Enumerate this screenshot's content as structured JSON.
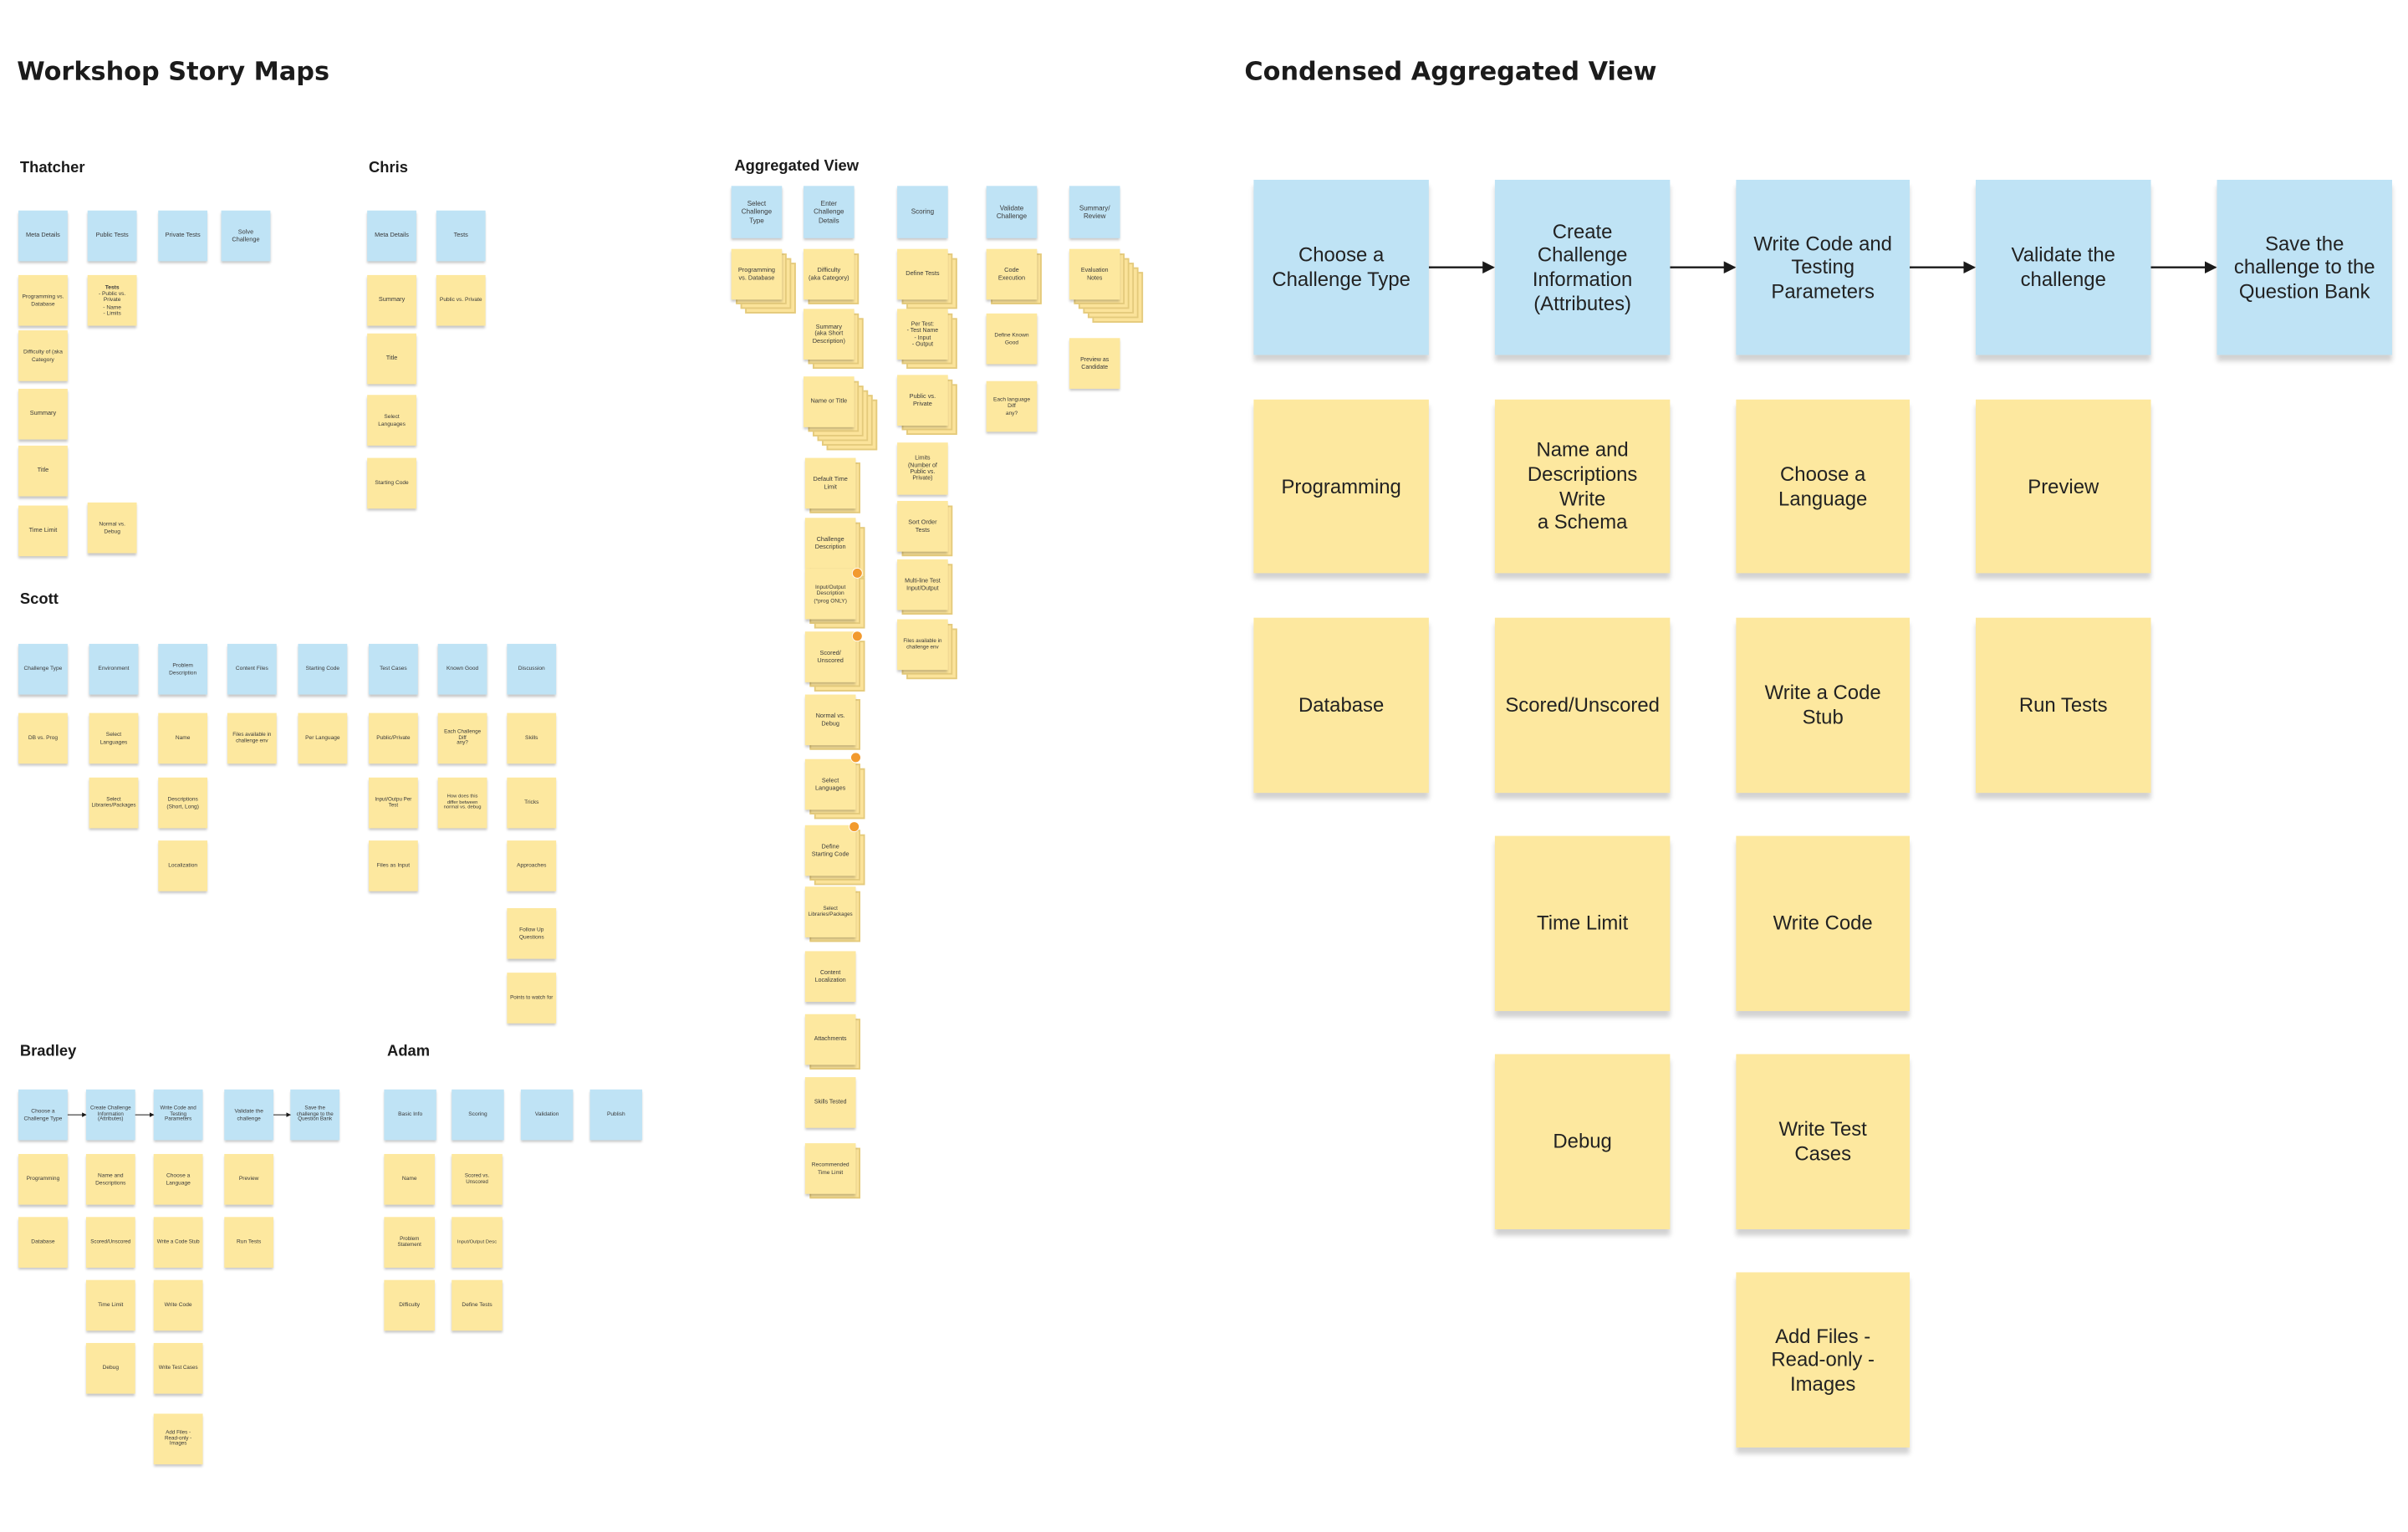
{
  "titles": {
    "workshop": "Workshop Story Maps",
    "condensed": "Condensed Aggregated View"
  },
  "names": {
    "thatcher": "Thatcher",
    "chris": "Chris",
    "aggregated": "Aggregated View",
    "scott": "Scott",
    "bradley": "Bradley",
    "adam": "Adam"
  },
  "colors": {
    "blue_note": "#bfe3f5",
    "yellow_note": "#fde89f",
    "badge": "#f29a2e"
  },
  "thatcher": {
    "meta_details": "Meta Details",
    "public_tests": "Public Tests",
    "private_tests": "Private Tests",
    "solve_challenge": "Solve Challenge",
    "programming_vs_database": "Programming vs.\nDatabase",
    "tests_heading": "Tests",
    "tests_body": "- Public vs. Private\n- Name\n- Limits",
    "difficulty": "Difficulty of (aka\nCategory",
    "summary": "Summary",
    "title": "Title",
    "time_limit": "Time Limit",
    "normal_vs_debug": "Normal vs. Debug"
  },
  "chris": {
    "meta_details": "Meta Details",
    "tests": "Tests",
    "summary": "Summary",
    "public_vs_private": "Public vs. Private",
    "title": "Title",
    "select_languages": "Select Languages",
    "starting_code": "Starting Code"
  },
  "scott": {
    "challenge_type": "Challenge Type",
    "environment": "Environment",
    "problem_description": "Problem\nDescription",
    "content_files": "Content Files",
    "starting_code": "Starting Code",
    "test_cases": "Test Cases",
    "known_good": "Known Good",
    "discussion": "Discussion",
    "db_vs_prog": "DB vs. Prog",
    "select_languages": "Select Languages",
    "name": "Name",
    "files_available": "Files available in\nchallenge env",
    "per_language": "Per Language",
    "public_private": "Public/Private",
    "each_challenge_diff": "Each Challenge\nDiff\nany?",
    "skills": "Skills",
    "select_libraries": "Select\nLibraries/Packages",
    "descriptions": "Descriptions\n(Short, Long)",
    "input_output_per_test": "Input/Outpu Per\nTest",
    "how_does_this_differ": "How does this\ndiffer between\nnormal vs. debug",
    "tricks": "Tricks",
    "localization": "Localization",
    "files_as_input": "Files as Input",
    "approaches": "Approaches",
    "follow_up": "Follow Up\nQuestions",
    "points_to_watch": "Points to watch for"
  },
  "bradley": {
    "choose_type": "Choose a\nChallenge Type",
    "create_info": "Create Challenge\nInformation\n(Attributes)",
    "write_code": "Write Code and\nTesting\nParameters",
    "validate": "Validate the\nchallenge",
    "save": "Save the\nchallenge to the\nQuestion Bank",
    "programming": "Programming",
    "name_desc": "Name and\nDescriptions",
    "choose_language": "Choose a\nLanguage",
    "preview": "Preview",
    "database": "Database",
    "scored_unscored": "Scored/Unscored",
    "write_stub": "Write a Code Stub",
    "run_tests": "Run Tests",
    "time_limit": "Time Limit",
    "write_code_note": "Write Code",
    "debug": "Debug",
    "write_test_cases": "Write Test Cases",
    "add_files": "Add Files -\nRead-only -\nImages"
  },
  "adam": {
    "basic_info": "Basic Info",
    "scoring": "Scoring",
    "validation": "Validation",
    "publish": "Publish",
    "name": "Name",
    "scored_vs_unscored": "Scored vs.\nUnscored",
    "problem_statement": "Problem\nStatement",
    "input_output_desc": "Input/Output Desc",
    "difficulty": "Difficulty",
    "define_tests": "Define Tests"
  },
  "aggregated": {
    "select_challenge_type": "Select\nChallenge\nType",
    "enter_challenge_details": "Enter\nChallenge\nDetails",
    "scoring": "Scoring",
    "validate_challenge": "Validate\nChallenge",
    "summary_review": "Summary/\nReview",
    "programming_vs_database": "Programming\nvs. Database",
    "difficulty_aka_category": "Difficulty\n(aka Category)",
    "define_tests": "Define Tests",
    "code_execution": "Code\nExecution",
    "evaluation_notes": "Evaluation\nNotes",
    "summary_aka_short": "Summary\n(aka Short\nDescription)",
    "per_test": "Per Test:\n- Test Name\n- Input\n- Output",
    "define_known_good": "Define Known\nGood",
    "preview_as_candidate": "Preview as\nCandidate",
    "name_or_title": "Name or Title",
    "public_vs_private": "Public vs.\nPrivate",
    "each_language_diff": "Each language\nDiff\nany?",
    "default_time_limit": "Default Time\nLimit",
    "limits": "Limits\n(Number of\nPublic vs.\nPrivate)",
    "challenge_description": "Challenge\nDescription",
    "sort_order_tests": "Sort Order\nTests",
    "input_output_description": "Input/Output\nDescription\n(*prog ONLY)",
    "multi_line_test": "Multi-line Test\nInput/Output",
    "scored_unscored": "Scored/\nUnscored",
    "files_available": "Files available in\nchallenge env",
    "normal_vs_debug": "Normal vs.\nDebug",
    "select_languages": "Select\nLanguages",
    "define_starting_code": "Define\nStarting Code",
    "select_libraries": "Select\nLibraries/Packages",
    "content_localization": "Content\nLocalization",
    "attachments": "Attachments",
    "skills_tested": "Skills Tested",
    "recommended_time_limit": "Recommended\nTime Limit"
  },
  "condensed": {
    "choose_type": "Choose a\nChallenge Type",
    "create_info": "Create Challenge\nInformation\n(Attributes)",
    "write_code": "Write Code and\nTesting\nParameters",
    "validate": "Validate the\nchallenge",
    "save": "Save the\nchallenge to the\nQuestion Bank",
    "programming": "Programming",
    "name_desc": "Name and\nDescriptions Write\na Schema",
    "choose_language": "Choose a\nLanguage",
    "preview": "Preview",
    "database": "Database",
    "scored_unscored": "Scored/Unscored",
    "write_stub": "Write a Code Stub",
    "run_tests": "Run Tests",
    "time_limit": "Time Limit",
    "write_code_note": "Write Code",
    "debug": "Debug",
    "write_test_cases": "Write Test Cases",
    "add_files": "Add Files -\nRead-only -\nImages"
  }
}
